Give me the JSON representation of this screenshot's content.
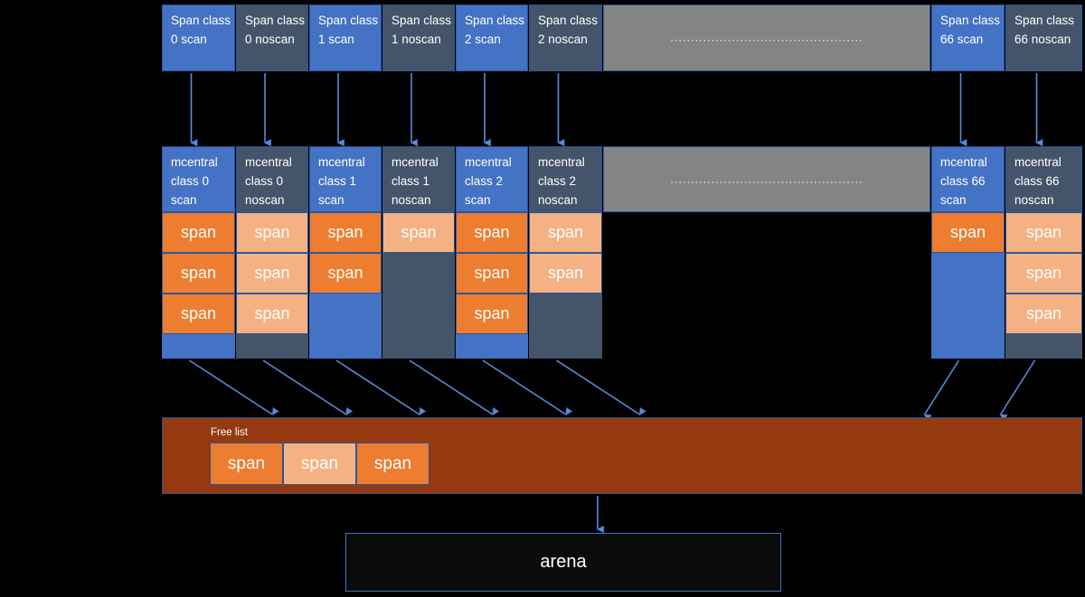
{
  "diagram": {
    "title": "Go memory allocator: mcache spans, mcentral, free list, arena",
    "colors": {
      "blue": "#4472C4",
      "navy": "#44546A",
      "gray": "#848484",
      "orange_dark": "#ED7D31",
      "orange_light": "#F4B183",
      "brown": "#953A10",
      "border": "#2F5597",
      "arrow": "#5B8BD5",
      "background": "#000000"
    },
    "ellipsis": "..............................................."
  },
  "span_row": {
    "cells": [
      {
        "label": "Span\nclass 0\nscan",
        "variant": "blue",
        "name": "span-class-0-scan"
      },
      {
        "label": "Span\nclass 0\nnoscan",
        "variant": "navy",
        "name": "span-class-0-noscan"
      },
      {
        "label": "Span\nclass 1\nscan",
        "variant": "blue",
        "name": "span-class-1-scan"
      },
      {
        "label": "Span\nclass 1\nnoscan",
        "variant": "navy",
        "name": "span-class-1-noscan"
      },
      {
        "label": "Span\nclass 2\nscan",
        "variant": "blue",
        "name": "span-class-2-scan"
      },
      {
        "label": "Span\nclass 2\nnoscan",
        "variant": "navy",
        "name": "span-class-2-noscan"
      },
      {
        "label": "",
        "variant": "gray",
        "name": "span-ellipsis"
      },
      {
        "label": "Span\nclass 66\nscan",
        "variant": "blue",
        "name": "span-class-66-scan"
      },
      {
        "label": "Span\nclass 66\nnoscan",
        "variant": "navy",
        "name": "span-class-66-noscan"
      }
    ]
  },
  "mcentral_row": {
    "cells": [
      {
        "label": "mcentral\nclass 0\nscan",
        "variant": "blue",
        "name": "mcentral-class-0-scan",
        "spans": 3,
        "span_variant": "dark"
      },
      {
        "label": "mcentral\nclass 0\nnoscan",
        "variant": "navy",
        "name": "mcentral-class-0-noscan",
        "spans": 3,
        "span_variant": "light"
      },
      {
        "label": "mcentral\nclass 1\nscan",
        "variant": "blue",
        "name": "mcentral-class-1-scan",
        "spans": 2,
        "span_variant": "dark"
      },
      {
        "label": "mcentral\nclass 1\nnoscan",
        "variant": "navy",
        "name": "mcentral-class-1-noscan",
        "spans": 1,
        "span_variant": "light"
      },
      {
        "label": "mcentral\nclass 2\nscan",
        "variant": "blue",
        "name": "mcentral-class-2-scan",
        "spans": 3,
        "span_variant": "dark"
      },
      {
        "label": "mcentral\nclass 2\nnoscan",
        "variant": "navy",
        "name": "mcentral-class-2-noscan",
        "spans": 2,
        "span_variant": "light"
      },
      {
        "label": "",
        "variant": "gray",
        "name": "mcentral-ellipsis",
        "spans": 0,
        "span_variant": "dark"
      },
      {
        "label": "mcentral\nclass 66\nscan",
        "variant": "blue",
        "name": "mcentral-class-66-scan",
        "spans": 1,
        "span_variant": "dark"
      },
      {
        "label": "mcentral\nclass 66\nnoscan",
        "variant": "navy",
        "name": "mcentral-class-66-noscan",
        "spans": 3,
        "span_variant": "light"
      }
    ],
    "span_label": "span"
  },
  "free_list": {
    "title": "Free list",
    "spans": [
      {
        "label": "span",
        "variant": "dark"
      },
      {
        "label": "span",
        "variant": "light"
      },
      {
        "label": "span",
        "variant": "dark"
      }
    ]
  },
  "arena": {
    "label": "arena"
  }
}
